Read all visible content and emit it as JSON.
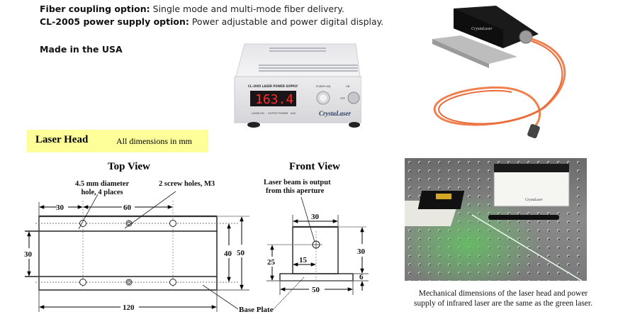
{
  "features": [
    {
      "label": "Fiber coupling option:",
      "text": " Single mode and multi-mode fiber delivery."
    },
    {
      "label": "CL-2005 power supply option:",
      "text": " Power adjustable and power digital display."
    }
  ],
  "made_in": "Made in the USA",
  "power_supply_photo": {
    "panel_title": "CL-2005 LASER POWER SUPPLY",
    "display_value": "163.4",
    "knob_label": "POWER ADJ.",
    "switch_on": "ON",
    "switch_off": "OFF",
    "led_label": "LASER ON",
    "output_label": "OUTPUT POWER",
    "unit_label": "mW",
    "brand": "CrystaLaser"
  },
  "laser_head_photo": {
    "brand": "CrystaLaser"
  },
  "banner": {
    "title": "Laser Head",
    "subtitle": "All dimensions in mm"
  },
  "top_view": {
    "title": "Top View",
    "note_holes": [
      "4.5 mm diameter",
      "hole, 4 places"
    ],
    "note_screws": "2 screw holes, M3",
    "dims": {
      "left_offset": "30",
      "hole_spacing": "60",
      "body_width": "30",
      "hole_span": "40",
      "base_width": "50",
      "length": "120"
    },
    "base_label": "Base Plate"
  },
  "front_view": {
    "title": "Front View",
    "note_aperture": [
      "Laser beam is output",
      "from this aperture"
    ],
    "dims": {
      "body_width": "30",
      "body_height": "30",
      "aperture_height": "25",
      "aperture_offset": "15",
      "base_thickness": "6",
      "base_width": "50"
    }
  },
  "bench_photo": {
    "brand": "CrystaLaser"
  },
  "caption": [
    "Mechanical dimensions of the laser head and power",
    "supply of infrared laser are the same as the green laser."
  ]
}
